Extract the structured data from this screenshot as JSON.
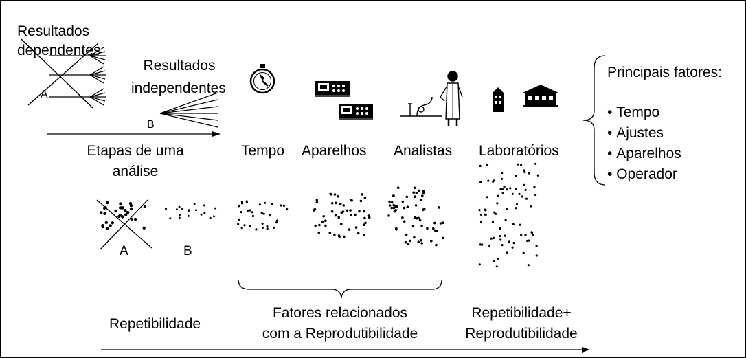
{
  "labels": {
    "resultados_dependentes_1": "Resultados",
    "resultados_dependentes_2": "dependentes",
    "resultados_independentes_1": "Resultados",
    "resultados_independentes_2": "independentes",
    "point_a": "A",
    "point_b": "B",
    "etapas_1": "Etapas de uma",
    "etapas_2": "análise",
    "tempo": "Tempo",
    "aparelhos": "Aparelhos",
    "analistas": "Analistas",
    "laboratorios": "Laboratórios",
    "scatter_a": "A",
    "scatter_b": "B",
    "repetibilidade": "Repetibilidade",
    "fatores_1": "Fatores relacionados",
    "fatores_2": "com a Reprodutibilidade",
    "rep_rep_1": "Repetibilidade+",
    "rep_rep_2": "Reprodutibilidade"
  },
  "principais": {
    "title": "Principais fatores:",
    "items": [
      "Tempo",
      "Ajustes",
      "Aparelhos",
      "Operador"
    ]
  },
  "icons": [
    "stopwatch-icon",
    "instrument-icon",
    "analyst-icon",
    "laboratory-icon"
  ],
  "colors": {
    "ink": "#000000",
    "background": "#ffffff"
  }
}
